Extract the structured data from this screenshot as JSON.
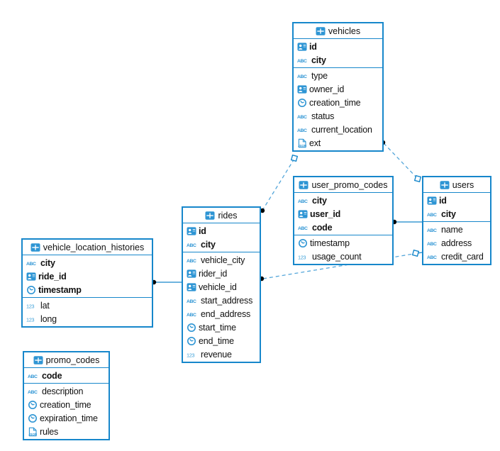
{
  "colors": {
    "accent": "#1787cb",
    "icon_fill": "#2e95d4",
    "dashed_line": "#54a6da",
    "marker_dot": "#000000",
    "text": "#111111",
    "background": "#ffffff"
  },
  "tables": {
    "vehicles": {
      "title": "vehicles",
      "header_icon": "table-grid-icon",
      "primary_key_columns": [
        {
          "name": "id",
          "icon": "person-id-icon"
        },
        {
          "name": "city",
          "icon": "text-abc-icon"
        }
      ],
      "columns": [
        {
          "name": "type",
          "icon": "text-abc-icon"
        },
        {
          "name": "owner_id",
          "icon": "person-id-icon"
        },
        {
          "name": "creation_time",
          "icon": "clock-icon"
        },
        {
          "name": "status",
          "icon": "text-abc-icon"
        },
        {
          "name": "current_location",
          "icon": "text-abc-icon"
        },
        {
          "name": "ext",
          "icon": "json-icon"
        }
      ]
    },
    "user_promo_codes": {
      "title": "user_promo_codes",
      "header_icon": "table-grid-icon",
      "primary_key_columns": [
        {
          "name": "city",
          "icon": "text-abc-icon"
        },
        {
          "name": "user_id",
          "icon": "person-id-icon"
        },
        {
          "name": "code",
          "icon": "text-abc-icon"
        }
      ],
      "columns": [
        {
          "name": "timestamp",
          "icon": "clock-icon"
        },
        {
          "name": "usage_count",
          "icon": "number-123-icon"
        }
      ]
    },
    "users": {
      "title": "users",
      "header_icon": "table-grid-icon",
      "primary_key_columns": [
        {
          "name": "id",
          "icon": "person-id-icon"
        },
        {
          "name": "city",
          "icon": "text-abc-icon"
        }
      ],
      "columns": [
        {
          "name": "name",
          "icon": "text-abc-icon"
        },
        {
          "name": "address",
          "icon": "text-abc-icon"
        },
        {
          "name": "credit_card",
          "icon": "text-abc-icon"
        }
      ]
    },
    "rides": {
      "title": "rides",
      "header_icon": "table-grid-icon",
      "primary_key_columns": [
        {
          "name": "id",
          "icon": "person-id-icon"
        },
        {
          "name": "city",
          "icon": "text-abc-icon"
        }
      ],
      "columns": [
        {
          "name": "vehicle_city",
          "icon": "text-abc-icon"
        },
        {
          "name": "rider_id",
          "icon": "person-id-icon"
        },
        {
          "name": "vehicle_id",
          "icon": "person-id-icon"
        },
        {
          "name": "start_address",
          "icon": "text-abc-icon"
        },
        {
          "name": "end_address",
          "icon": "text-abc-icon"
        },
        {
          "name": "start_time",
          "icon": "clock-icon"
        },
        {
          "name": "end_time",
          "icon": "clock-icon"
        },
        {
          "name": "revenue",
          "icon": "number-123-icon"
        }
      ]
    },
    "vehicle_location_histories": {
      "title": "vehicle_location_histories",
      "header_icon": "table-grid-icon",
      "primary_key_columns": [
        {
          "name": "city",
          "icon": "text-abc-icon"
        },
        {
          "name": "ride_id",
          "icon": "person-id-icon"
        },
        {
          "name": "timestamp",
          "icon": "clock-icon"
        }
      ],
      "columns": [
        {
          "name": "lat",
          "icon": "number-123-icon"
        },
        {
          "name": "long",
          "icon": "number-123-icon"
        }
      ]
    },
    "promo_codes": {
      "title": "promo_codes",
      "header_icon": "table-grid-icon",
      "primary_key_columns": [
        {
          "name": "code",
          "icon": "text-abc-icon"
        }
      ],
      "columns": [
        {
          "name": "description",
          "icon": "text-abc-icon"
        },
        {
          "name": "creation_time",
          "icon": "clock-icon"
        },
        {
          "name": "expiration_time",
          "icon": "clock-icon"
        },
        {
          "name": "rules",
          "icon": "json-icon"
        }
      ]
    }
  },
  "relations": [
    {
      "from": "rides",
      "to": "vehicles",
      "style": "dashed",
      "from_marker": "black-dot",
      "to_marker": "open-square"
    },
    {
      "from": "users",
      "to": "vehicles",
      "style": "dashed",
      "from_marker": "open-square",
      "to_marker": "black-dot"
    },
    {
      "from": "user_promo_codes",
      "to": "users",
      "style": "solid",
      "from_marker": "black-dot",
      "to_marker": "none"
    },
    {
      "from": "rides",
      "to": "users",
      "style": "dashed",
      "from_marker": "black-dot",
      "to_marker": "open-square"
    },
    {
      "from": "vehicle_location_histories",
      "to": "rides",
      "style": "solid",
      "from_marker": "black-dot",
      "to_marker": "none"
    }
  ]
}
